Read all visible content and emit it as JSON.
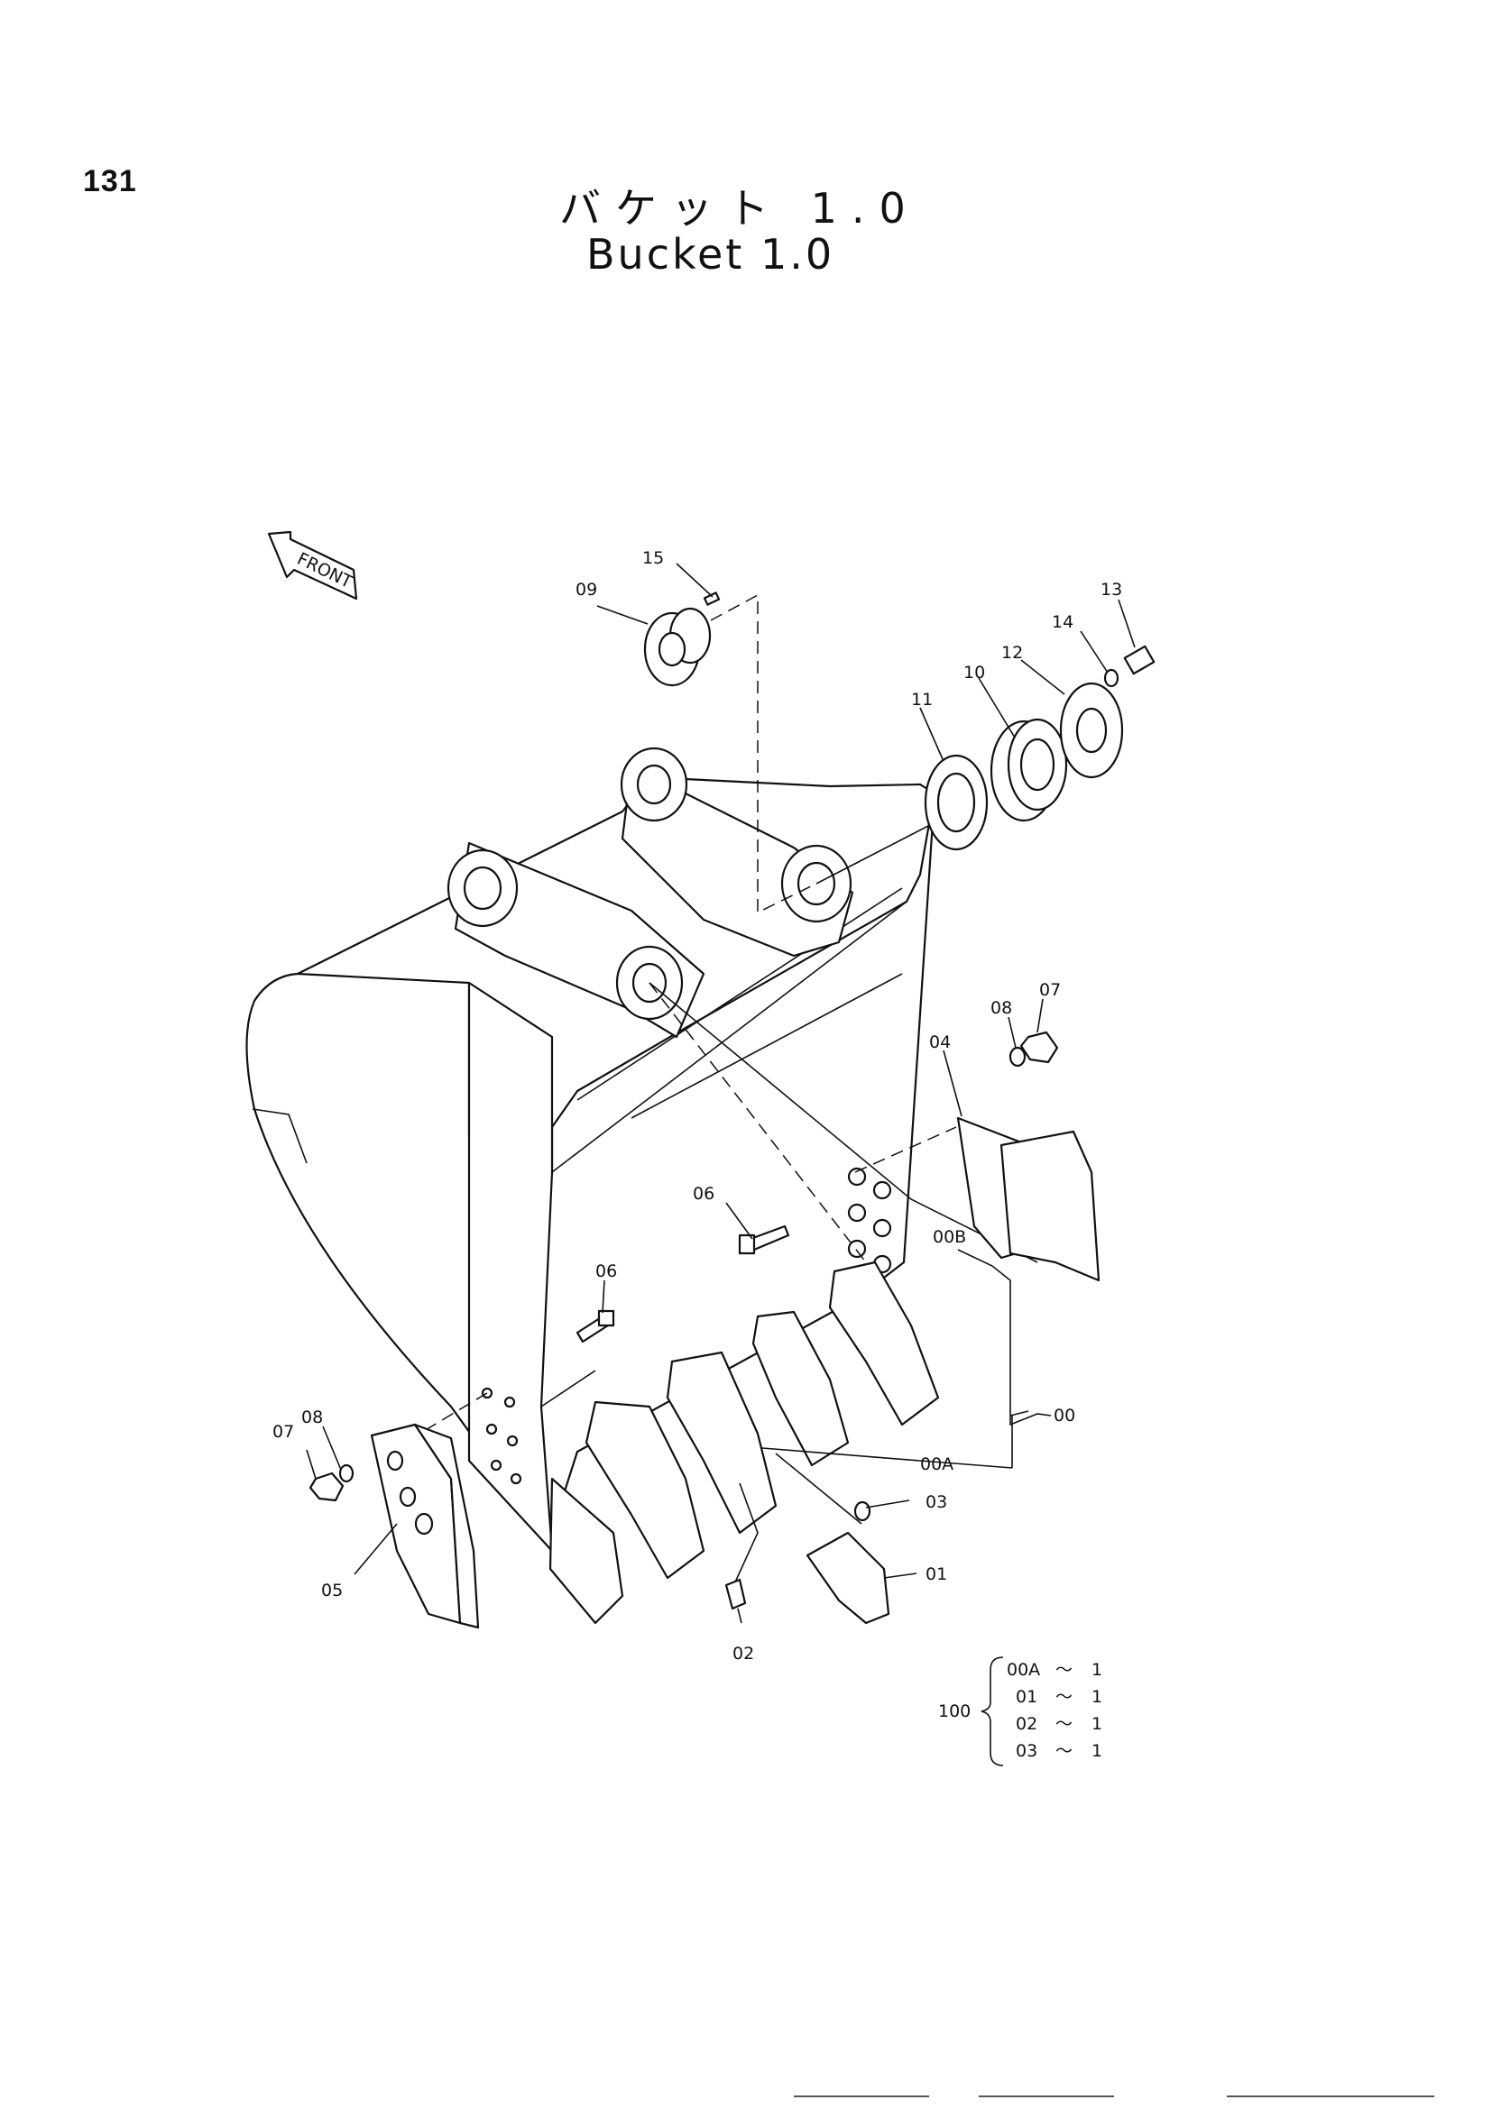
{
  "page": {
    "number": "131"
  },
  "title": {
    "japanese": "バケット 1.0",
    "english": "Bucket 1.0"
  },
  "front_indicator": "FRONT",
  "callouts": [
    {
      "id": "15",
      "text": "15"
    },
    {
      "id": "09",
      "text": "09"
    },
    {
      "id": "13",
      "text": "13"
    },
    {
      "id": "14",
      "text": "14"
    },
    {
      "id": "12",
      "text": "12"
    },
    {
      "id": "10",
      "text": "10"
    },
    {
      "id": "11",
      "text": "11"
    },
    {
      "id": "07a",
      "text": "07"
    },
    {
      "id": "08a",
      "text": "08"
    },
    {
      "id": "04",
      "text": "04"
    },
    {
      "id": "06a",
      "text": "06"
    },
    {
      "id": "00B",
      "text": "00B"
    },
    {
      "id": "06b",
      "text": "06"
    },
    {
      "id": "00",
      "text": "00"
    },
    {
      "id": "08b",
      "text": "08"
    },
    {
      "id": "07b",
      "text": "07"
    },
    {
      "id": "00A",
      "text": "00A"
    },
    {
      "id": "03",
      "text": "03"
    },
    {
      "id": "01",
      "text": "01"
    },
    {
      "id": "05",
      "text": "05"
    },
    {
      "id": "02",
      "text": "02"
    }
  ],
  "assembly": {
    "number": "100",
    "items": [
      {
        "part": "00A",
        "qty": "1"
      },
      {
        "part": "01",
        "qty": "1"
      },
      {
        "part": "02",
        "qty": "1"
      },
      {
        "part": "03",
        "qty": "1"
      }
    ],
    "separator": "～"
  }
}
